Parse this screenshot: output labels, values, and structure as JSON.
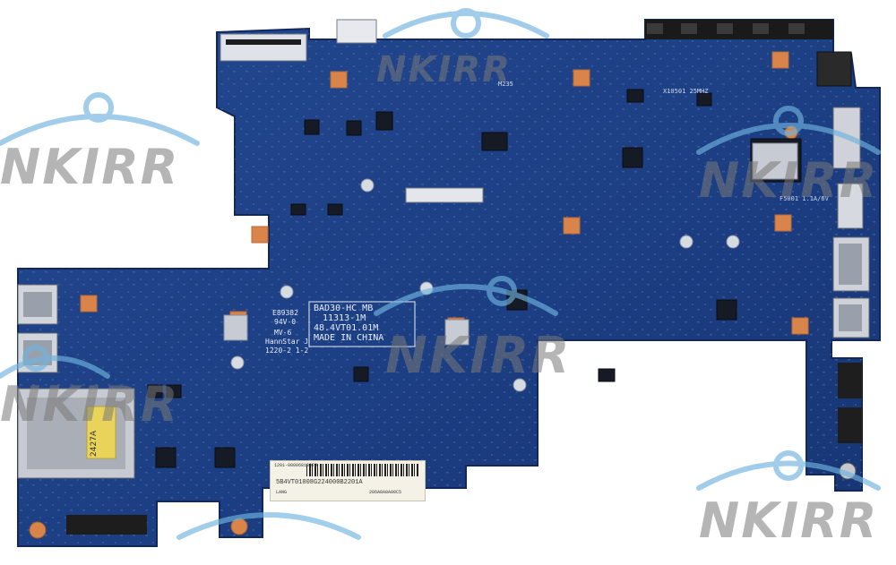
{
  "silkscreen": {
    "model_box": [
      "BAD30-HC MB",
      "11313-1M",
      "48.4VT01.01M",
      "MADE IN CHINA"
    ],
    "left_block": [
      "E89382",
      "94V-0",
      "MV-6",
      "HannStar J",
      "1220-2 1-2"
    ],
    "crystal": "X10501 25MHZ",
    "fuse": "F5001 1.1A/6V",
    "top_mark": "M235"
  },
  "sticker": {
    "barcode_text": "5B4VT01008G224000B2201A",
    "small_top": "1201-00006810979",
    "small_left": "LANG",
    "small_right": "206A8A8A00C5"
  },
  "handwritten_sticker": "2427A",
  "watermark": {
    "brand": "NKIRR",
    "color": "#6fb3df"
  },
  "colors": {
    "pcb": "#1e3f86",
    "pcb_dark": "#152f6b",
    "pads": "#d8844a",
    "metal": "#c9ccd2"
  }
}
